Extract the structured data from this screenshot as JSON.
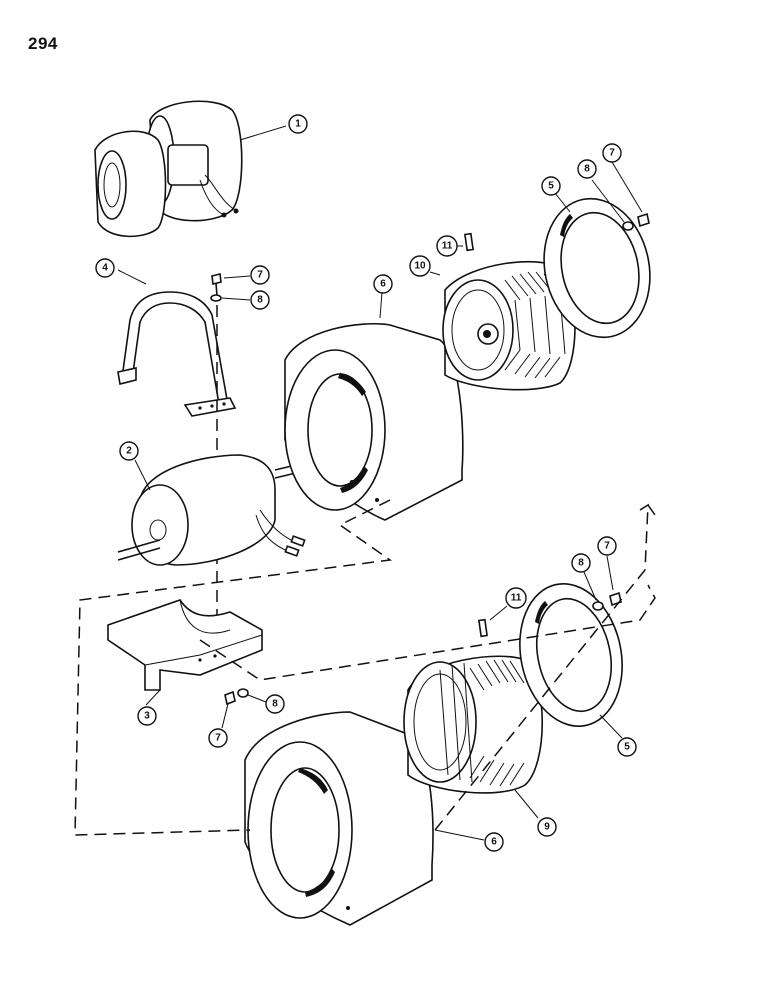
{
  "page_number": "294",
  "callouts": [
    {
      "id": "c1",
      "label": "1"
    },
    {
      "id": "c2",
      "label": "2"
    },
    {
      "id": "c3",
      "label": "3"
    },
    {
      "id": "c4",
      "label": "4"
    },
    {
      "id": "c5a",
      "label": "5"
    },
    {
      "id": "c5b",
      "label": "5"
    },
    {
      "id": "c6a",
      "label": "6"
    },
    {
      "id": "c6b",
      "label": "6"
    },
    {
      "id": "c7a",
      "label": "7"
    },
    {
      "id": "c7b",
      "label": "7"
    },
    {
      "id": "c7c",
      "label": "7"
    },
    {
      "id": "c7d",
      "label": "7"
    },
    {
      "id": "c8a",
      "label": "8"
    },
    {
      "id": "c8b",
      "label": "8"
    },
    {
      "id": "c8c",
      "label": "8"
    },
    {
      "id": "c8d",
      "label": "8"
    },
    {
      "id": "c9",
      "label": "9"
    },
    {
      "id": "c10",
      "label": "10"
    },
    {
      "id": "c11a",
      "label": "11"
    },
    {
      "id": "c11b",
      "label": "11"
    }
  ]
}
